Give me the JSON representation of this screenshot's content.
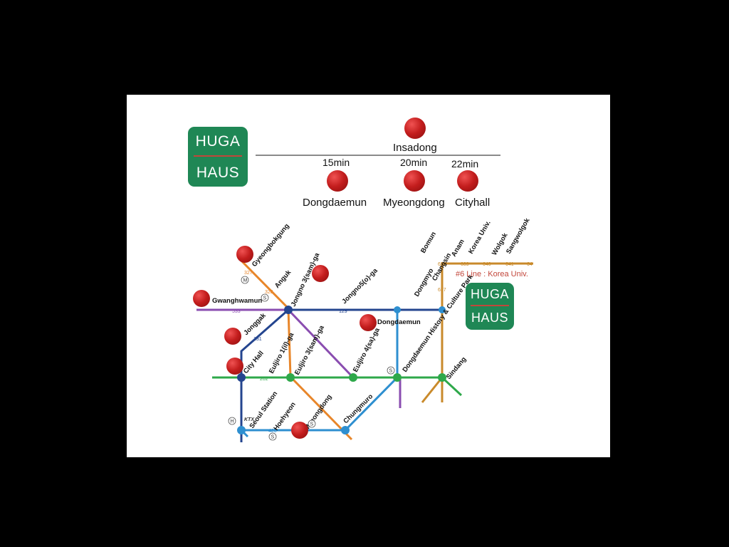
{
  "colors": {
    "background": "#000000",
    "card": "#ffffff",
    "brand_green": "#1f8755",
    "accent_red": "#c2463a",
    "marker_red": "#c31d1d",
    "line1": "#24458f",
    "line2": "#2ea84a",
    "line3": "#e8862a",
    "line4": "#2e8fd0",
    "line5": "#8a4db0",
    "line6": "#c98a2b"
  },
  "logos": {
    "top": {
      "word1": "HUGA",
      "word2": "HAUS"
    },
    "map": {
      "word1": "HUGA",
      "word2": "HAUS"
    }
  },
  "header": {
    "origin": {
      "label": "Insadong",
      "icon": "location-marker-icon"
    },
    "destinations": [
      {
        "label": "Dongdaemun",
        "time": "15min",
        "icon": "location-marker-icon"
      },
      {
        "label": "Myeongdong",
        "time": "20min",
        "icon": "location-marker-icon"
      },
      {
        "label": "Cityhall",
        "time": "22min",
        "icon": "location-marker-icon"
      }
    ]
  },
  "map": {
    "stations": {
      "gyeongbokgung": "Gyeongbokgung",
      "anguk": "Anguk",
      "jongno3": "Jongno 3(sam)-ga",
      "jongno5": "Jongno5(o)-ga",
      "gwanghwamun": "Gwanghwamun",
      "jonggak": "Jonggak",
      "cityhall": "City Hall",
      "euljiro1": "Euljiro 1(il)-ga",
      "euljiro3": "Euljiro 3(sam)-ga",
      "euljiro4": "Euljiro 4(sa)-ga",
      "ddp": "Dongdaemun History & Culture Park",
      "dongdaemun": "Dongdaemun",
      "dongmyo": "Dongmyo",
      "sindang": "Sindang",
      "changsin": "Changsin",
      "bomun": "Bomun",
      "anam": "Anam",
      "koreauniv": "Korea Univ.",
      "wolgok": "Wolgok",
      "sangwolgok": "Sangwolgok",
      "seoulstation": "Seoul Station",
      "hoehyeon": "Hoehyeon",
      "myeongdong": "Myeongdong",
      "chungmuro": "Chungmuro"
    },
    "codes": {
      "c327": "327",
      "c328": "328",
      "c533": "533",
      "c129": "129",
      "c131": "131",
      "c202": "202",
      "c425": "425",
      "c637": "637",
      "c638": "638",
      "c639": "639",
      "c640": "640",
      "c641": "641",
      "c642": "64"
    },
    "line6_note": "#6 Line : Korea Univ.",
    "ktx_label": "KTX",
    "symbols": {
      "m": "M",
      "s": "S",
      "h": "H"
    }
  }
}
